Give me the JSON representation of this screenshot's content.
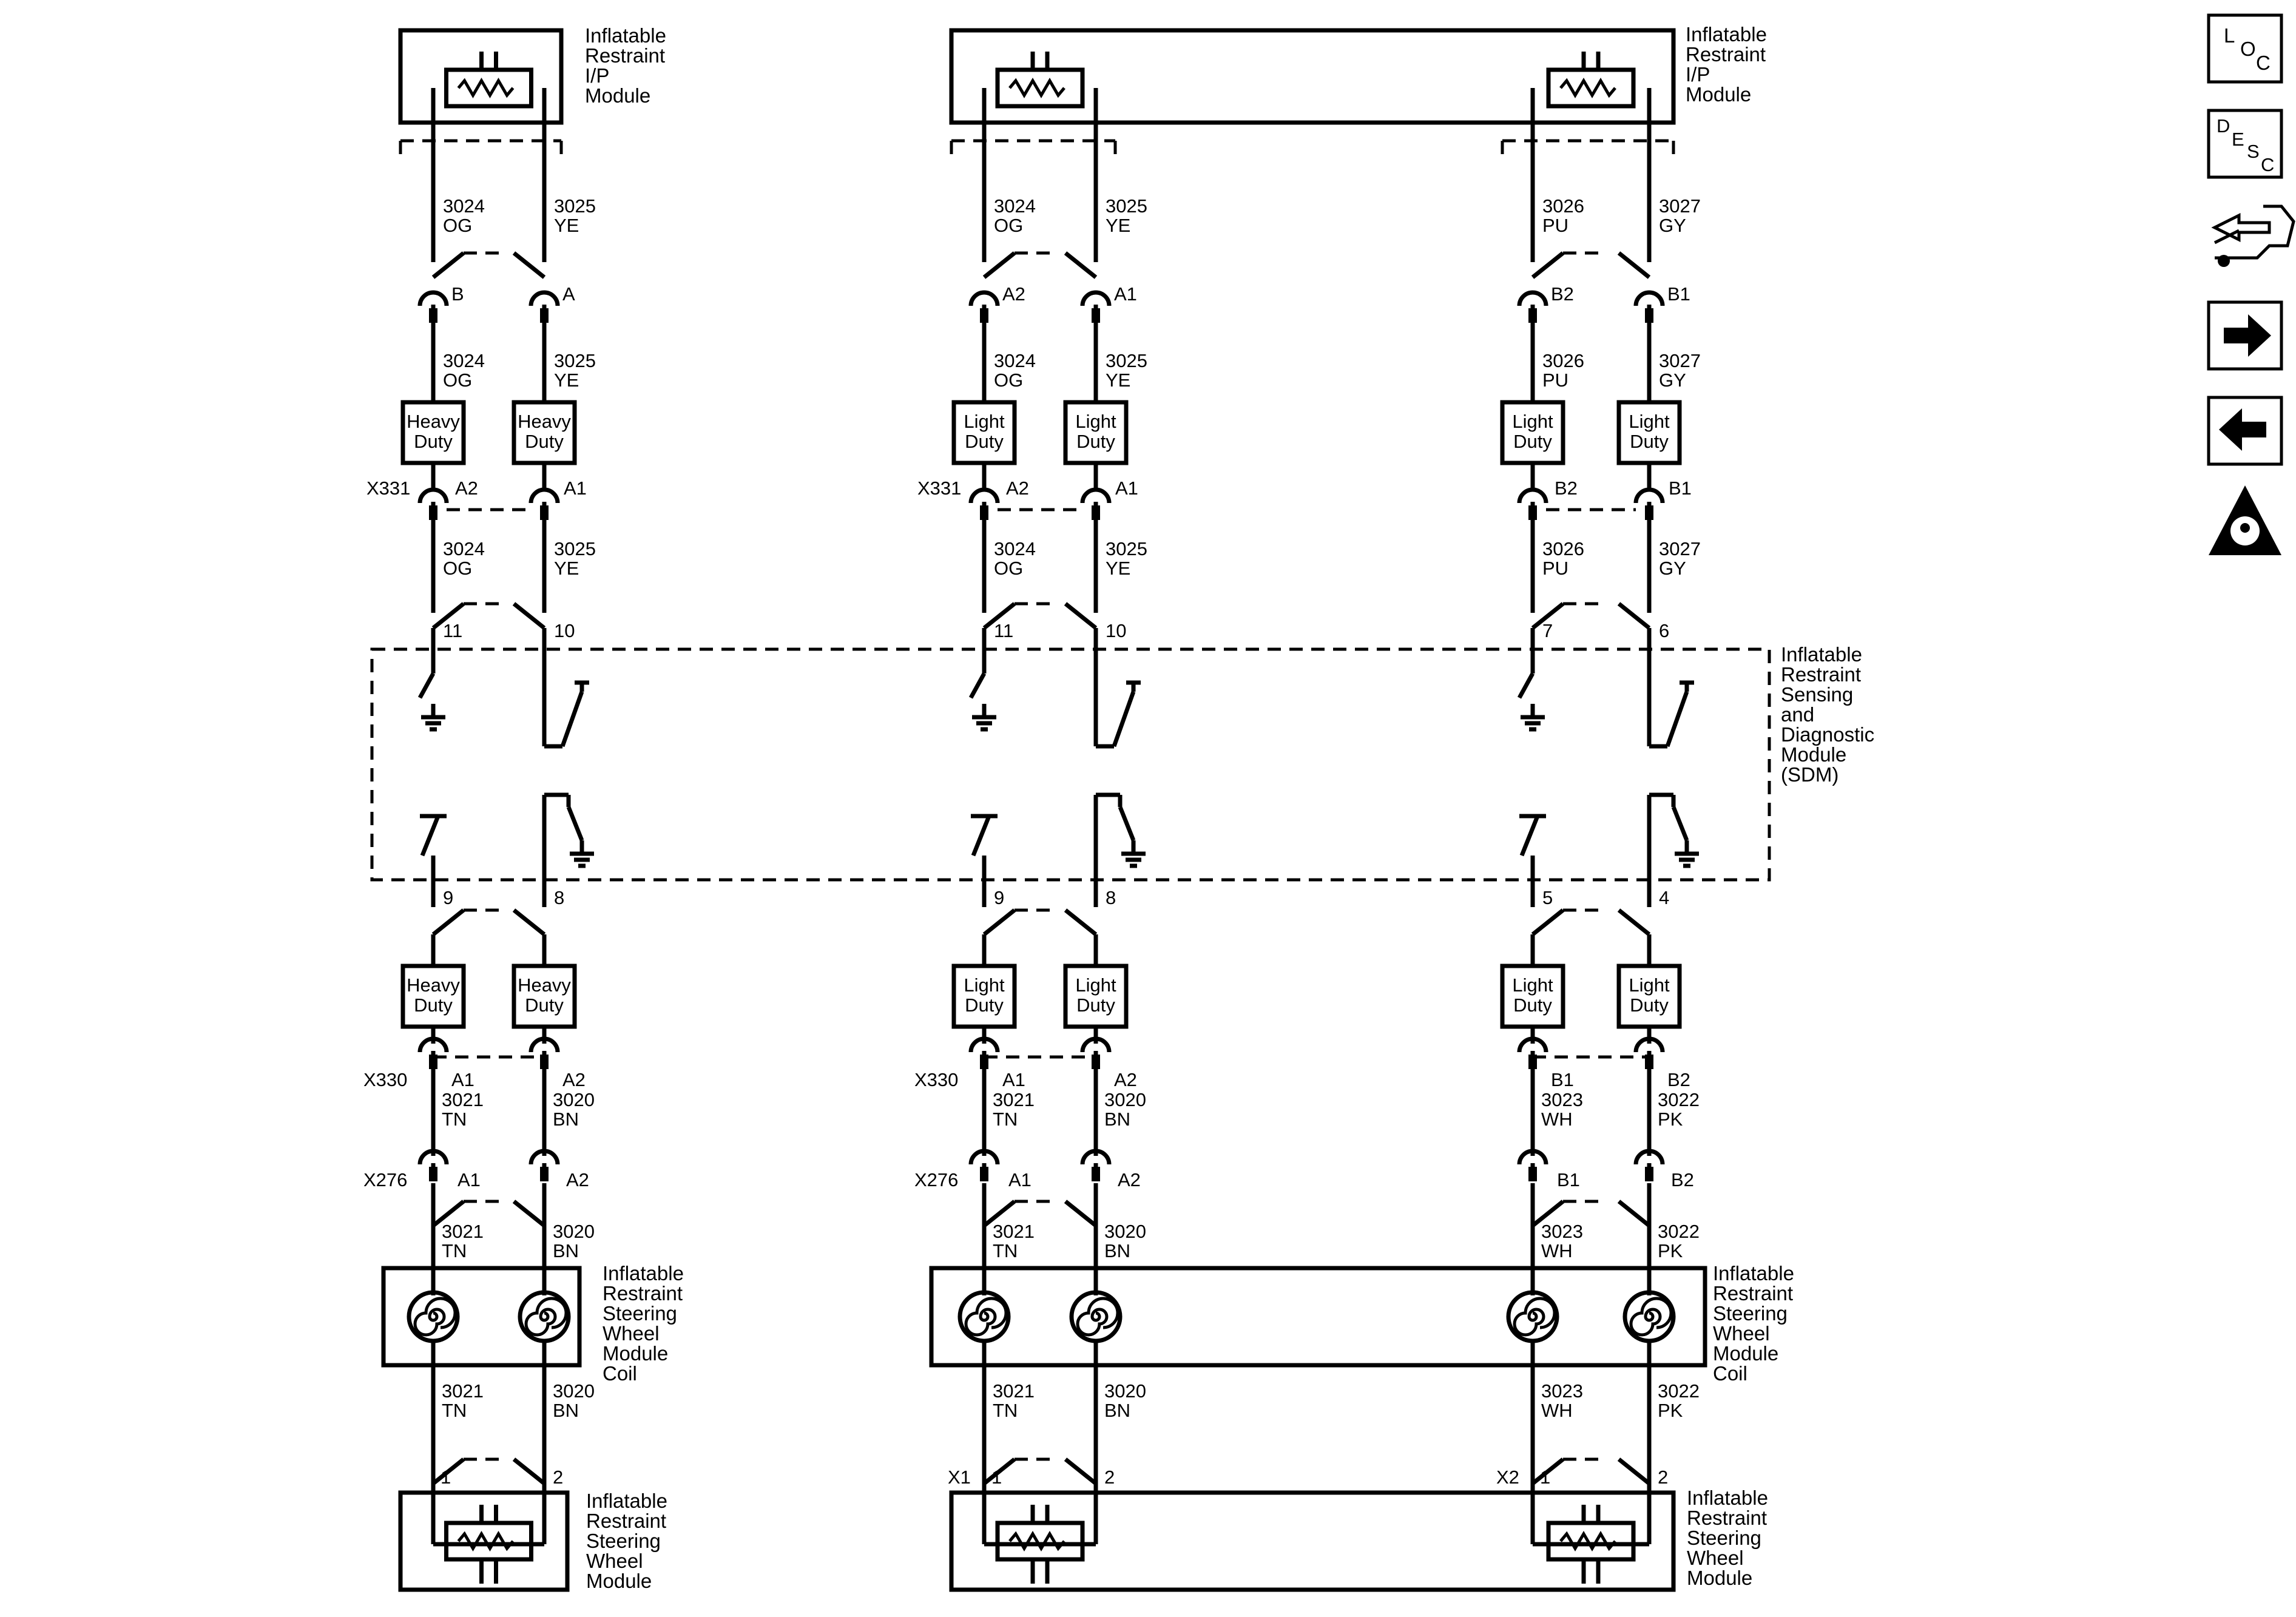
{
  "labels": {
    "ip_module": [
      "Inflatable",
      "Restraint",
      "I/P",
      "Module"
    ],
    "sdm": [
      "Inflatable",
      "Restraint",
      "Sensing",
      "and",
      "Diagnostic",
      "Module",
      "(SDM)"
    ],
    "coil": [
      "Inflatable",
      "Restraint",
      "Steering",
      "Wheel",
      "Module",
      "Coil"
    ],
    "sw_module": [
      "Inflatable",
      "Restraint",
      "Steering",
      "Wheel",
      "Module"
    ],
    "heavy": [
      "Heavy",
      "Duty"
    ],
    "light": [
      "Light",
      "Duty"
    ],
    "x331": "X331",
    "x330": "X330",
    "x276": "X276",
    "x1": "X1",
    "x2": "X2"
  },
  "sections": [
    {
      "id": "left",
      "wires": [
        "3024",
        "3025"
      ],
      "colors_top": [
        "OG",
        "YE"
      ],
      "ip_pins": [
        "B",
        "A"
      ],
      "x331_pins": [
        "A2",
        "A1"
      ],
      "sdm_top_pins": [
        "11",
        "10"
      ],
      "sdm_bot_pins": [
        "9",
        "8"
      ],
      "duty": "heavy",
      "bot_wires": [
        "3021",
        "3020"
      ],
      "colors_bot": [
        "TN",
        "BN"
      ],
      "x330_pins": [
        "A1",
        "A2"
      ],
      "x276_pins": [
        "A1",
        "A2"
      ],
      "sw_pins": [
        "1",
        "2"
      ]
    },
    {
      "id": "mid",
      "wires": [
        "3024",
        "3025"
      ],
      "colors_top": [
        "OG",
        "YE"
      ],
      "ip_pins": [
        "A2",
        "A1"
      ],
      "x331_pins": [
        "A2",
        "A1"
      ],
      "sdm_top_pins": [
        "11",
        "10"
      ],
      "sdm_bot_pins": [
        "9",
        "8"
      ],
      "duty": "light",
      "bot_wires": [
        "3021",
        "3020"
      ],
      "colors_bot": [
        "TN",
        "BN"
      ],
      "x330_pins": [
        "A1",
        "A2"
      ],
      "x276_pins": [
        "A1",
        "A2"
      ],
      "sw_pins": [
        "1",
        "2"
      ]
    },
    {
      "id": "right",
      "wires": [
        "3026",
        "3027"
      ],
      "colors_top": [
        "PU",
        "GY"
      ],
      "ip_pins": [
        "B2",
        "B1"
      ],
      "x331_pins": [
        "B2",
        "B1"
      ],
      "sdm_top_pins": [
        "7",
        "6"
      ],
      "sdm_bot_pins": [
        "5",
        "4"
      ],
      "duty": "light",
      "bot_wires": [
        "3023",
        "3022"
      ],
      "colors_bot": [
        "WH",
        "PK"
      ],
      "x330_pins": [
        "B1",
        "B2"
      ],
      "x276_pins": [
        "B1",
        "B2"
      ],
      "sw_pins": [
        "1",
        "2"
      ]
    }
  ],
  "nav": {
    "loc": [
      "L",
      "O",
      "C"
    ],
    "desc": [
      "D",
      "E",
      "S",
      "C"
    ]
  }
}
